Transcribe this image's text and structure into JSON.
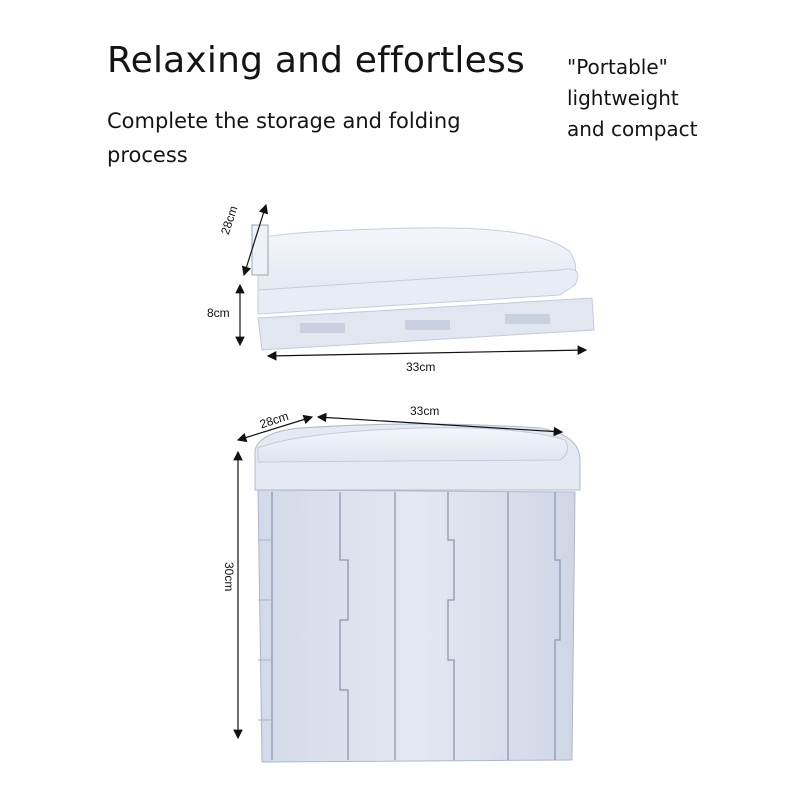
{
  "headline": {
    "title": "Relaxing and effortless",
    "subtitle_line1": "Complete the storage and folding",
    "subtitle_line2": "process"
  },
  "features": {
    "line1": "\"Portable\"",
    "line2": "lightweight",
    "line3": "and compact"
  },
  "folded_view": {
    "depth_label": "28cm",
    "height_label": "8cm",
    "width_label": "33cm"
  },
  "expanded_view": {
    "depth_label": "28cm",
    "width_label": "33cm",
    "height_label": "30cm"
  },
  "colors": {
    "background": "#ffffff",
    "product_body": "#dfe4f0",
    "product_shadow": "#b9c1d4",
    "lid": "#eef1f7",
    "text": "#141414"
  }
}
